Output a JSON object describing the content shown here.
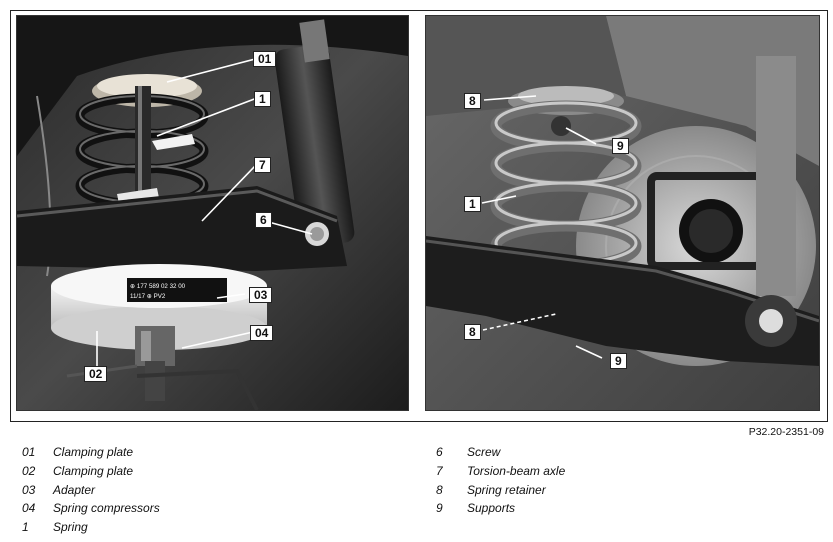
{
  "figure_id": "P32.20-2351-09",
  "left_panel": {
    "callouts": {
      "c01": "01",
      "c1": "1",
      "c7": "7",
      "c6": "6",
      "c03": "03",
      "c04": "04",
      "c02": "02"
    },
    "adapter_label_line1": "⊕ 177 589 02 32 00",
    "adapter_label_line2": "11/17   ⊕   PV2"
  },
  "right_panel": {
    "callouts": {
      "c8_top": "8",
      "c9_top": "9",
      "c1": "1",
      "c8_bottom": "8",
      "c9_bottom": "9"
    }
  },
  "legend_left": [
    {
      "num": "01",
      "text": "Clamping plate"
    },
    {
      "num": "02",
      "text": "Clamping plate"
    },
    {
      "num": "03",
      "text": "Adapter"
    },
    {
      "num": "04",
      "text": "Spring compressors"
    },
    {
      "num": "1",
      "text": "Spring"
    }
  ],
  "legend_right": [
    {
      "num": "6",
      "text": "Screw"
    },
    {
      "num": "7",
      "text": "Torsion-beam axle"
    },
    {
      "num": "8",
      "text": "Spring retainer"
    },
    {
      "num": "9",
      "text": "Supports"
    }
  ]
}
